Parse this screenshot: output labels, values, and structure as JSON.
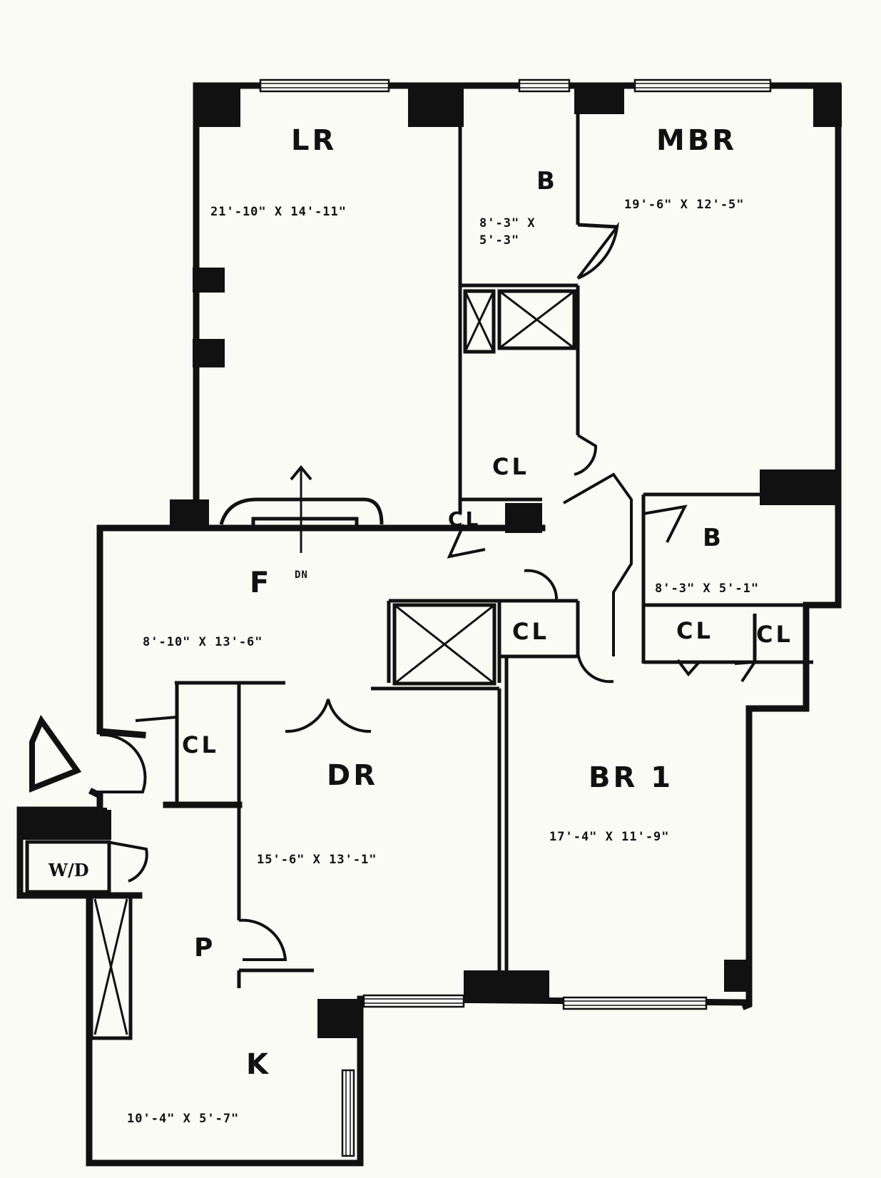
{
  "rooms": {
    "living_room": {
      "label": "LR",
      "dimensions": "21'-10\" X 14'-11\""
    },
    "bath_upper": {
      "label": "B",
      "dimensions_line1": "8'-3\" X",
      "dimensions_line2": "5'-3\""
    },
    "master_bedroom": {
      "label": "MBR",
      "dimensions": "19'-6\" X 12'-5\""
    },
    "closet_upper": {
      "label": "CL"
    },
    "closet_foyer_small": {
      "label": "CL"
    },
    "bath_lower": {
      "label": "B",
      "dimensions": "8'-3\" X 5'-1\""
    },
    "foyer": {
      "label": "F",
      "dimensions": "8'-10\" X 13'-6\"",
      "dn_label": "DN"
    },
    "closet_mid": {
      "label": "CL"
    },
    "closet_br_left": {
      "label": "CL"
    },
    "closet_br_right": {
      "label": "CL"
    },
    "closet_entry": {
      "label": "CL"
    },
    "dining_room": {
      "label": "DR",
      "dimensions": "15'-6\" X 13'-1\""
    },
    "bedroom_1": {
      "label": "BR 1",
      "dimensions": "17'-4\" X 11'-9\""
    },
    "washer_dryer": {
      "label": "W/D"
    },
    "pantry": {
      "label": "P"
    },
    "kitchen": {
      "label": "K",
      "dimensions": "10'-4\" X 5'-7\""
    }
  },
  "icons": {
    "entry": "entry-arrow-icon",
    "stair": "stair-arrow-icon",
    "shaft": "shaft-cross-icon"
  },
  "colors": {
    "ink": "#111111",
    "paper": "#fbfbf6"
  }
}
